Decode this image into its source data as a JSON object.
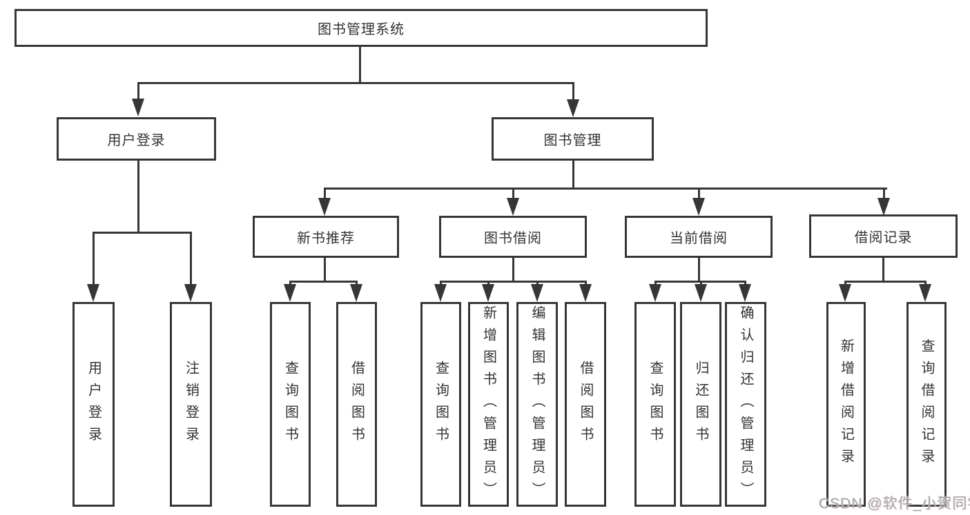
{
  "diagram": {
    "root": {
      "label": "图书管理系统"
    },
    "level2": [
      {
        "label": "用户登录"
      },
      {
        "label": "图书管理"
      }
    ],
    "level3": [
      {
        "label": "新书推荐"
      },
      {
        "label": "图书借阅"
      },
      {
        "label": "当前借阅"
      },
      {
        "label": "借阅记录"
      }
    ],
    "leaves": [
      {
        "label": "用户登录"
      },
      {
        "label": "注销登录"
      },
      {
        "label": "查询图书"
      },
      {
        "label": "借阅图书"
      },
      {
        "label": "查询图书"
      },
      {
        "label": "新增图书（管理员）"
      },
      {
        "label": "编辑图书（管理员）"
      },
      {
        "label": "借阅图书"
      },
      {
        "label": "查询图书"
      },
      {
        "label": "归还图书"
      },
      {
        "label": "确认归还（管理员）"
      },
      {
        "label": "新增借阅记录"
      },
      {
        "label": "查询借阅记录"
      }
    ],
    "watermark": "CSDN @软件_小贺同学",
    "colors": {
      "line": "#363636",
      "text": "#333333",
      "background": "#ffffff",
      "watermark": "#a6a6a6"
    }
  }
}
